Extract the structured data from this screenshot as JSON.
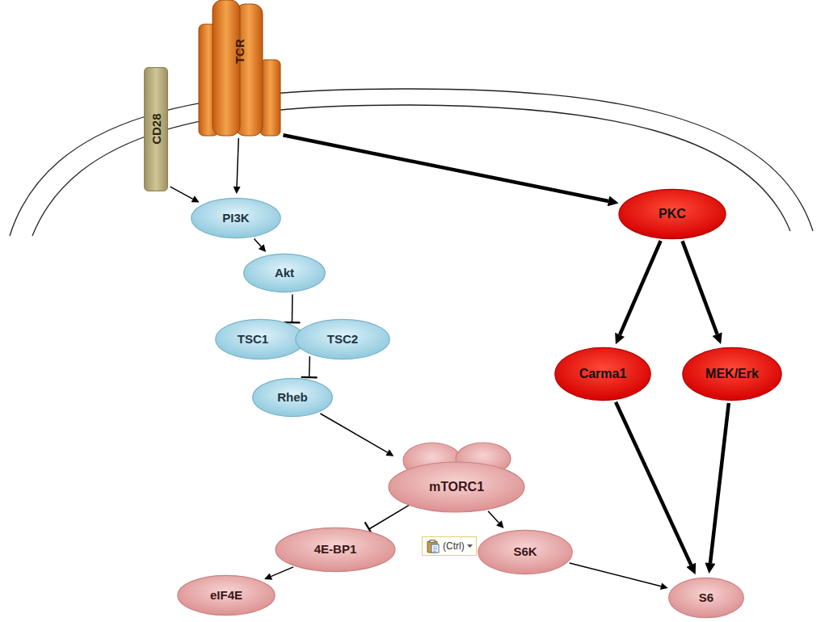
{
  "diagram": {
    "nodes": [
      {
        "text": [
          "CD28"
        ]
      },
      {
        "text": [
          "TCR"
        ]
      },
      {
        "text": [
          "PI3K"
        ]
      },
      {
        "text": [
          "PKC"
        ]
      },
      {
        "text": [
          "Akt"
        ]
      },
      {
        "text": [
          "TSC1"
        ]
      },
      {
        "text": [
          "TSC2"
        ]
      },
      {
        "text": [
          "Carma1"
        ]
      },
      {
        "text": [
          "MEK/Erk"
        ]
      },
      {
        "text": [
          "Rheb"
        ]
      },
      {
        "text": [
          "mTORC1"
        ]
      },
      {
        "text": [
          "4E-BP1"
        ]
      },
      {
        "text": [
          "S6K"
        ]
      },
      {
        "text": [
          "eIF4E"
        ]
      },
      {
        "text": [
          "S6"
        ]
      }
    ],
    "edges": [
      {
        "from": 0,
        "to": 2,
        "arrow": "to"
      },
      {
        "from": 1,
        "to": 2,
        "arrow": "to"
      },
      {
        "from": 1,
        "to": 3,
        "arrow": "to"
      },
      {
        "from": 2,
        "to": 4,
        "arrow": "to"
      },
      {
        "from": 4,
        "to": 5,
        "arrow": "to"
      },
      {
        "from": 6,
        "to": 9,
        "arrow": "to"
      },
      {
        "from": 9,
        "to": 10,
        "arrow": "to"
      },
      {
        "from": 10,
        "to": 11,
        "arrow": "to"
      },
      {
        "from": 11,
        "to": 13,
        "arrow": "to"
      },
      {
        "from": 10,
        "to": 12,
        "arrow": "to"
      },
      {
        "from": 12,
        "to": 14,
        "arrow": "to"
      },
      {
        "from": 3,
        "to": 7,
        "arrow": "to"
      },
      {
        "from": 3,
        "to": 8,
        "arrow": "to"
      },
      {
        "from": 7,
        "to": 14,
        "arrow": "to"
      },
      {
        "from": 8,
        "to": 14,
        "arrow": "to"
      }
    ],
    "labels": [
      "(Ctrl)"
    ]
  }
}
